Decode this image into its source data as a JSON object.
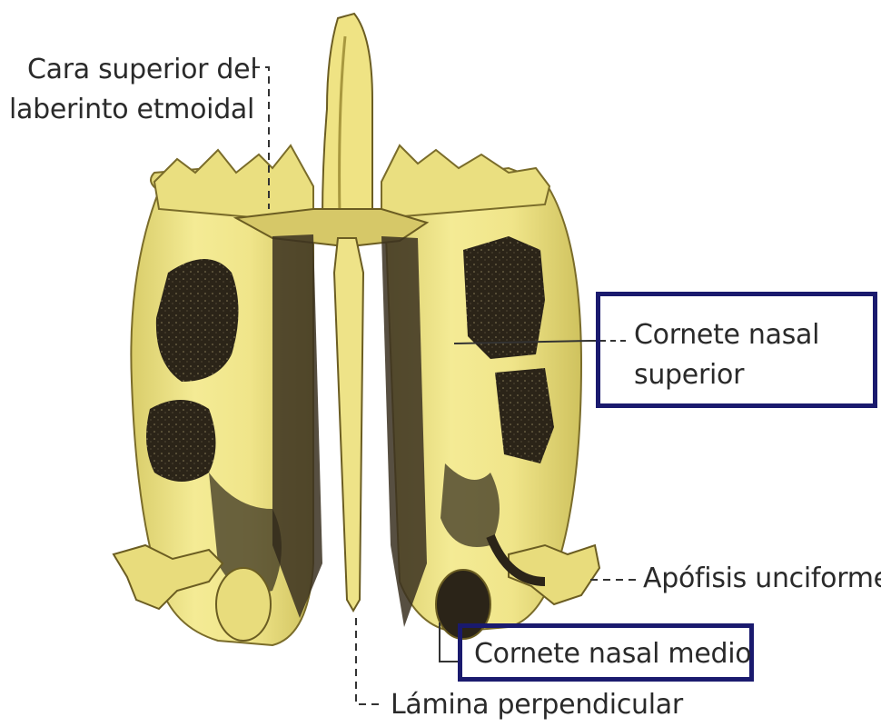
{
  "labels": {
    "cara_superior_line1": "Cara superior del",
    "cara_superior_line2": "laberinto etmoidal",
    "cornete_superior_line1": "Cornete nasal",
    "cornete_superior_line2": "superior",
    "apofisis": "Apófisis unciforme",
    "cornete_medio": "Cornete nasal medio",
    "lamina": "Lámina perpendicular"
  },
  "colors": {
    "bone": "#f2e68a",
    "bone_shadow": "#b9a94a",
    "cavity": "#2b2418",
    "highlight_box": "#1a1a6e",
    "leader_line": "#333333"
  }
}
